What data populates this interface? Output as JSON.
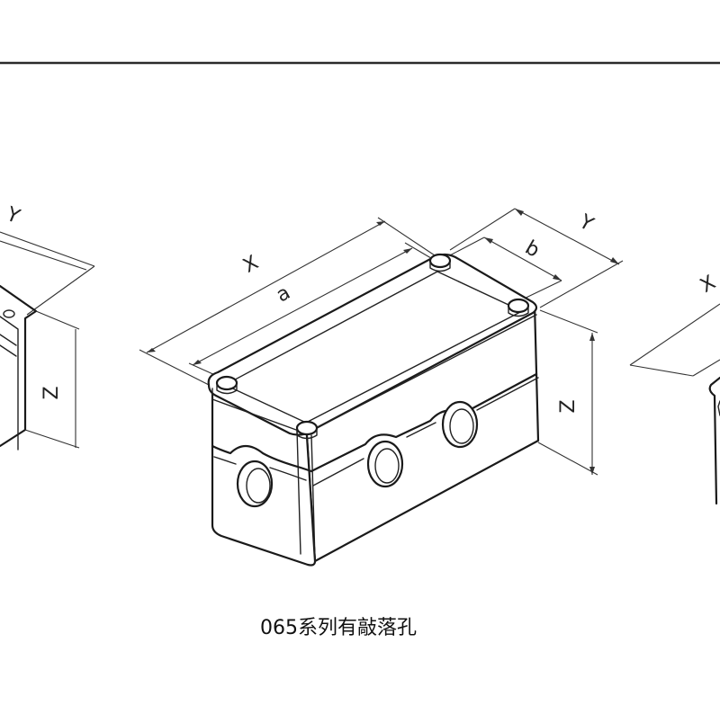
{
  "diagram": {
    "caption": "065系列有敲落孔",
    "labels": {
      "x": "X",
      "y": "Y",
      "z": "Z",
      "a": "a",
      "b": "b"
    },
    "left_partial_labels": {
      "y": "Y",
      "z": "Z"
    },
    "right_partial_labels": {
      "x": "X"
    }
  }
}
